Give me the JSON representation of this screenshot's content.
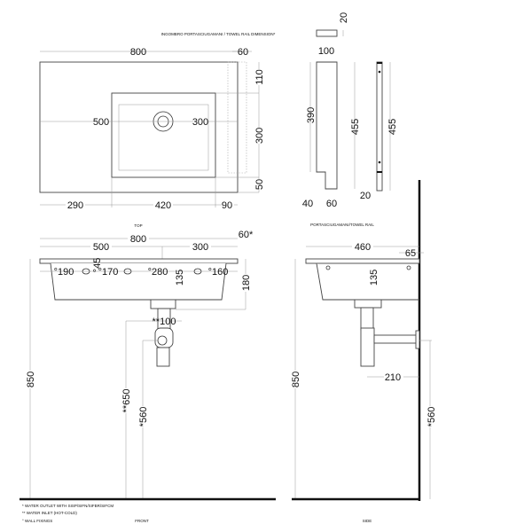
{
  "top_view": {
    "towel_rail_note": "INGOMBRO PORTASCIUGAMANI / TOWEL RAIL DIMENSION*",
    "width": "800",
    "rail_offset": "60",
    "left_to_drain": "500",
    "drain_to_right": "300",
    "top_margin": "110",
    "basin_depth": "300",
    "bottom_margin": "50",
    "left_margin": "290",
    "basin_width": "420",
    "right_margin": "90",
    "label": "TOP"
  },
  "towel_rail": {
    "thickness": "20",
    "width": "100",
    "height_inner": "390",
    "height_total": "455",
    "offset": "40",
    "depth": "60",
    "front_height": "455",
    "front_thickness": "20",
    "label": "PORTASCIUGAMANI/TOWEL RAIL"
  },
  "front_view": {
    "width": "800",
    "rail_offset": "60*",
    "left_to_drain": "500",
    "drain_to_right": "300",
    "fix_190": "°190",
    "fix_45": "°45",
    "fix_170": "°170",
    "fix_280": "°280",
    "fix_160": "°160",
    "bowl_depth": "135",
    "total_depth": "180",
    "inlet_spacing": "**100",
    "height_850": "850",
    "inlet_height": "**650",
    "outlet_height": "*560",
    "label": "FRONT"
  },
  "side_view": {
    "depth": "460",
    "rail_gap": "65",
    "bowl_depth": "135",
    "trap_projection": "210",
    "height_850": "850",
    "outlet_height": "*560",
    "label": "SIDE"
  },
  "notes": [
    "* WATER OUTLET WITH SISP/SIFN/SIFBR/SIFCM",
    "** WATER INLET  (HOT-COLD)",
    "° WALL FIXINGS"
  ]
}
